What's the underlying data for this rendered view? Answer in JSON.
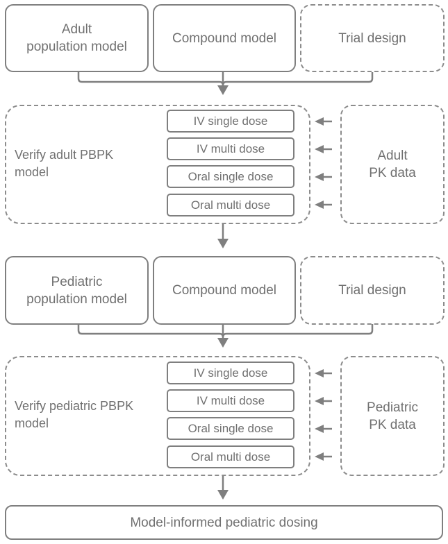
{
  "section1": {
    "population": "Adult\npopulation model",
    "compound": "Compound model",
    "trial": "Trial design"
  },
  "verify1": {
    "label": "Verify adult PBPK\nmodel",
    "doses": [
      "IV single dose",
      "IV multi dose",
      "Oral single dose",
      "Oral multi dose"
    ],
    "pk": "Adult\nPK data"
  },
  "section2": {
    "population": "Pediatric\npopulation model",
    "compound": "Compound model",
    "trial": "Trial design"
  },
  "verify2": {
    "label": "Verify pediatric PBPK\nmodel",
    "doses": [
      "IV single dose",
      "IV multi dose",
      "Oral single dose",
      "Oral multi dose"
    ],
    "pk": "Pediatric\nPK data"
  },
  "final": "Model-informed pediatric dosing",
  "colors": {
    "line": "#7f7f7f",
    "text": "#707070"
  }
}
